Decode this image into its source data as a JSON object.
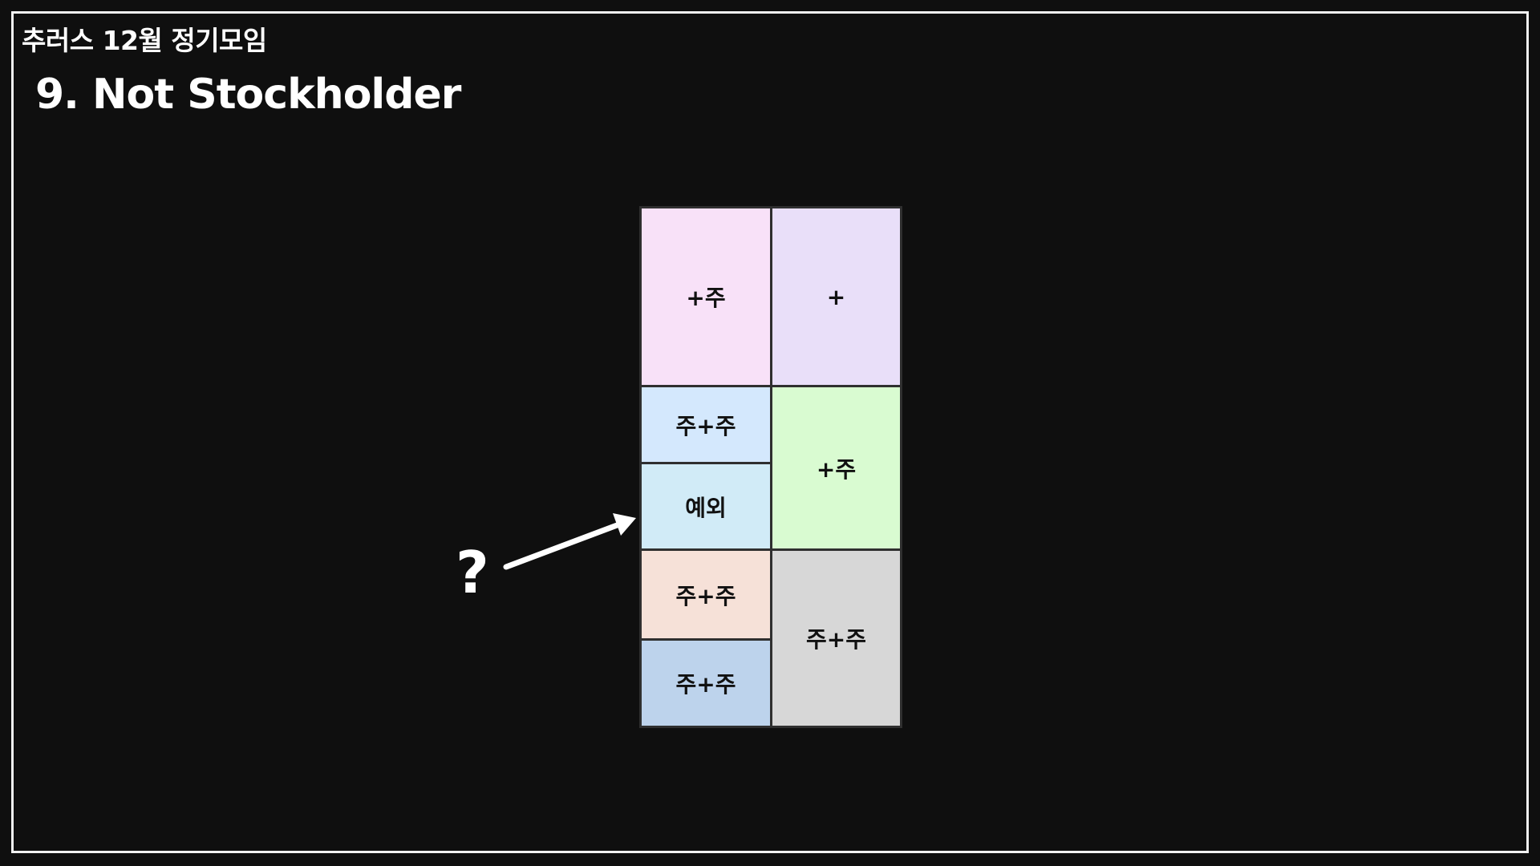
{
  "header": {
    "event_title": "추러스 12월 정기모임",
    "slide_title": "9. Not Stockholder"
  },
  "diagram": {
    "question_mark": "?",
    "cells": [
      {
        "id": "left-1",
        "label": "+주",
        "color": "#f8e1f8"
      },
      {
        "id": "right-1",
        "label": "+",
        "color": "#e9dff9"
      },
      {
        "id": "left-2",
        "label": "주+주",
        "color": "#d4e8fd"
      },
      {
        "id": "left-3",
        "label": "예외",
        "color": "#d1ebf7"
      },
      {
        "id": "right-2",
        "label": "+주",
        "color": "#d9fbd1"
      },
      {
        "id": "left-4",
        "label": "주+주",
        "color": "#f6e1d8"
      },
      {
        "id": "left-5",
        "label": "주+주",
        "color": "#bdd3ec"
      },
      {
        "id": "right-3",
        "label": "주+주",
        "color": "#d7d7d7"
      }
    ]
  },
  "colors": {
    "background": "#0f0f0f",
    "frame": "#f2f2f2",
    "arrow": "#ffffff"
  }
}
